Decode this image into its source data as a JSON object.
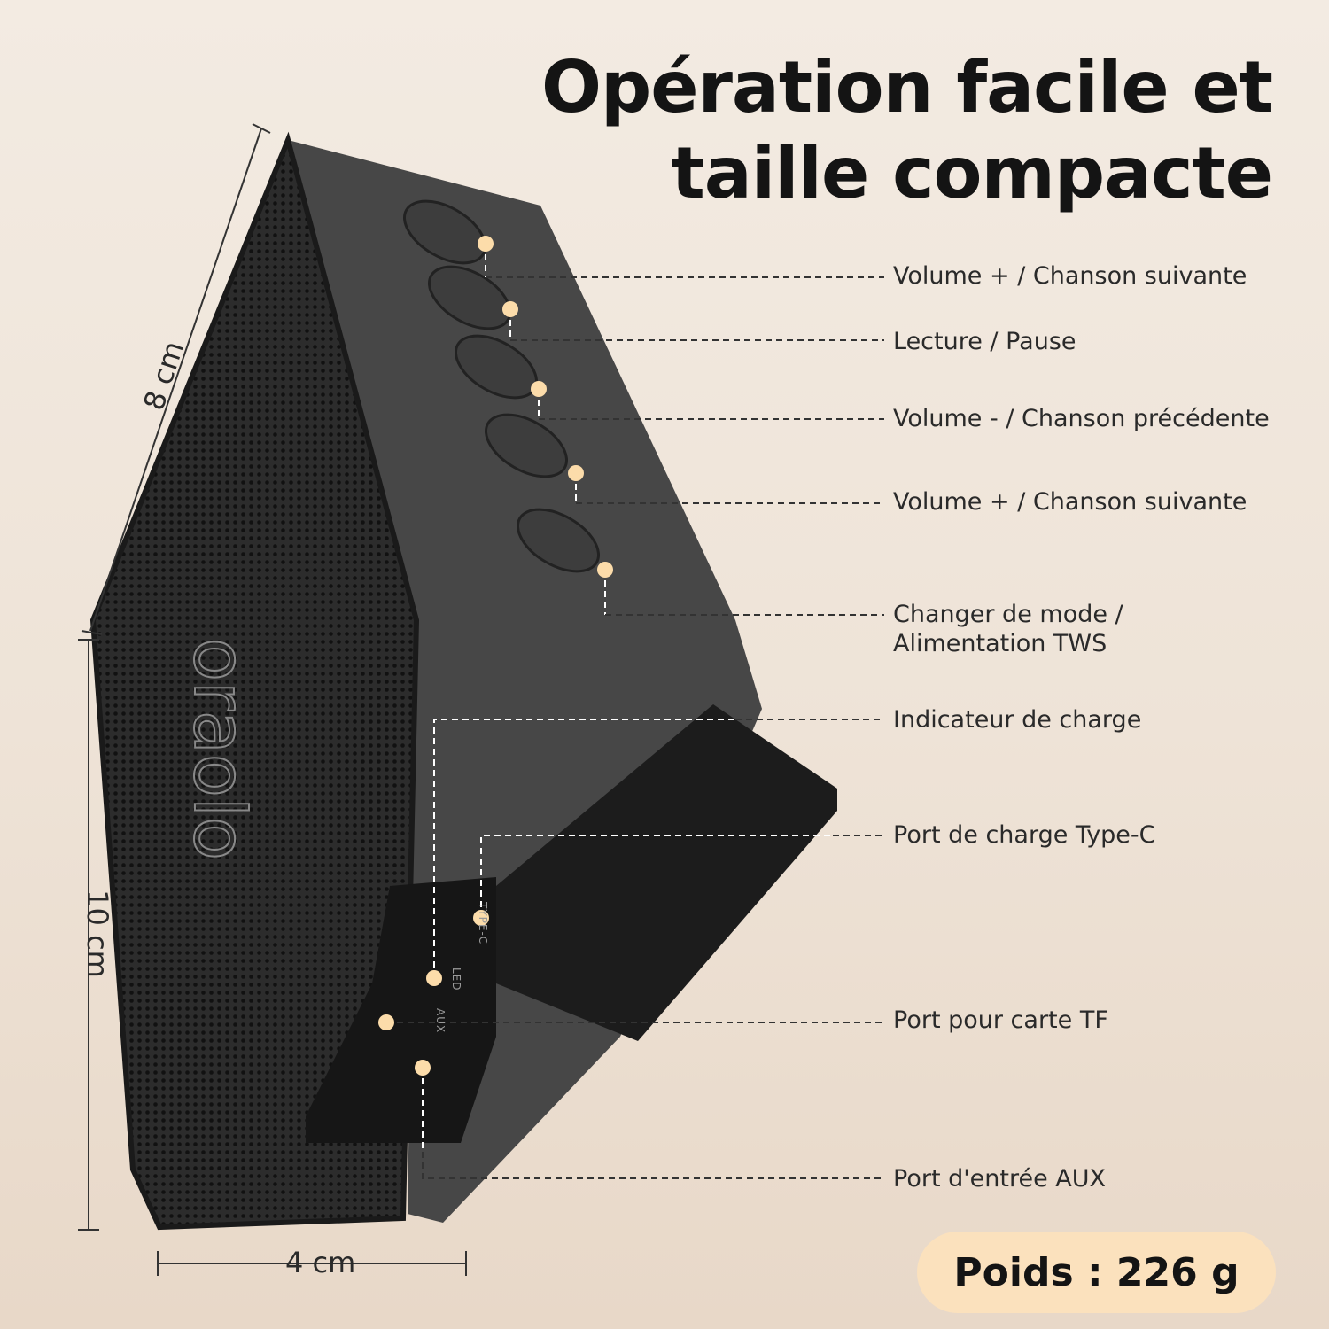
{
  "title": {
    "line1": "Opération facile et",
    "line2": "taille compacte"
  },
  "labels": [
    "Volume + / Chanson suivante",
    "Lecture / Pause",
    "Volume - / Chanson précédente",
    "Volume + / Chanson suivante",
    "Changer de mode /",
    "Alimentation TWS",
    "Indicateur de charge",
    "Port de charge Type-C",
    "Port pour carte TF",
    "Port d'entrée AUX"
  ],
  "dimensions": {
    "height": "8 cm",
    "length": "10 cm",
    "width": "4 cm"
  },
  "weight": "Poids : 226 g",
  "product_markings": {
    "logo": "oraolo",
    "ports": [
      "AUX",
      "LED",
      "TYPE-C"
    ]
  },
  "colors": {
    "accent_dot": "#fcdcaa",
    "badge": "#fbe1bd",
    "speaker": "#2b2b2b"
  }
}
